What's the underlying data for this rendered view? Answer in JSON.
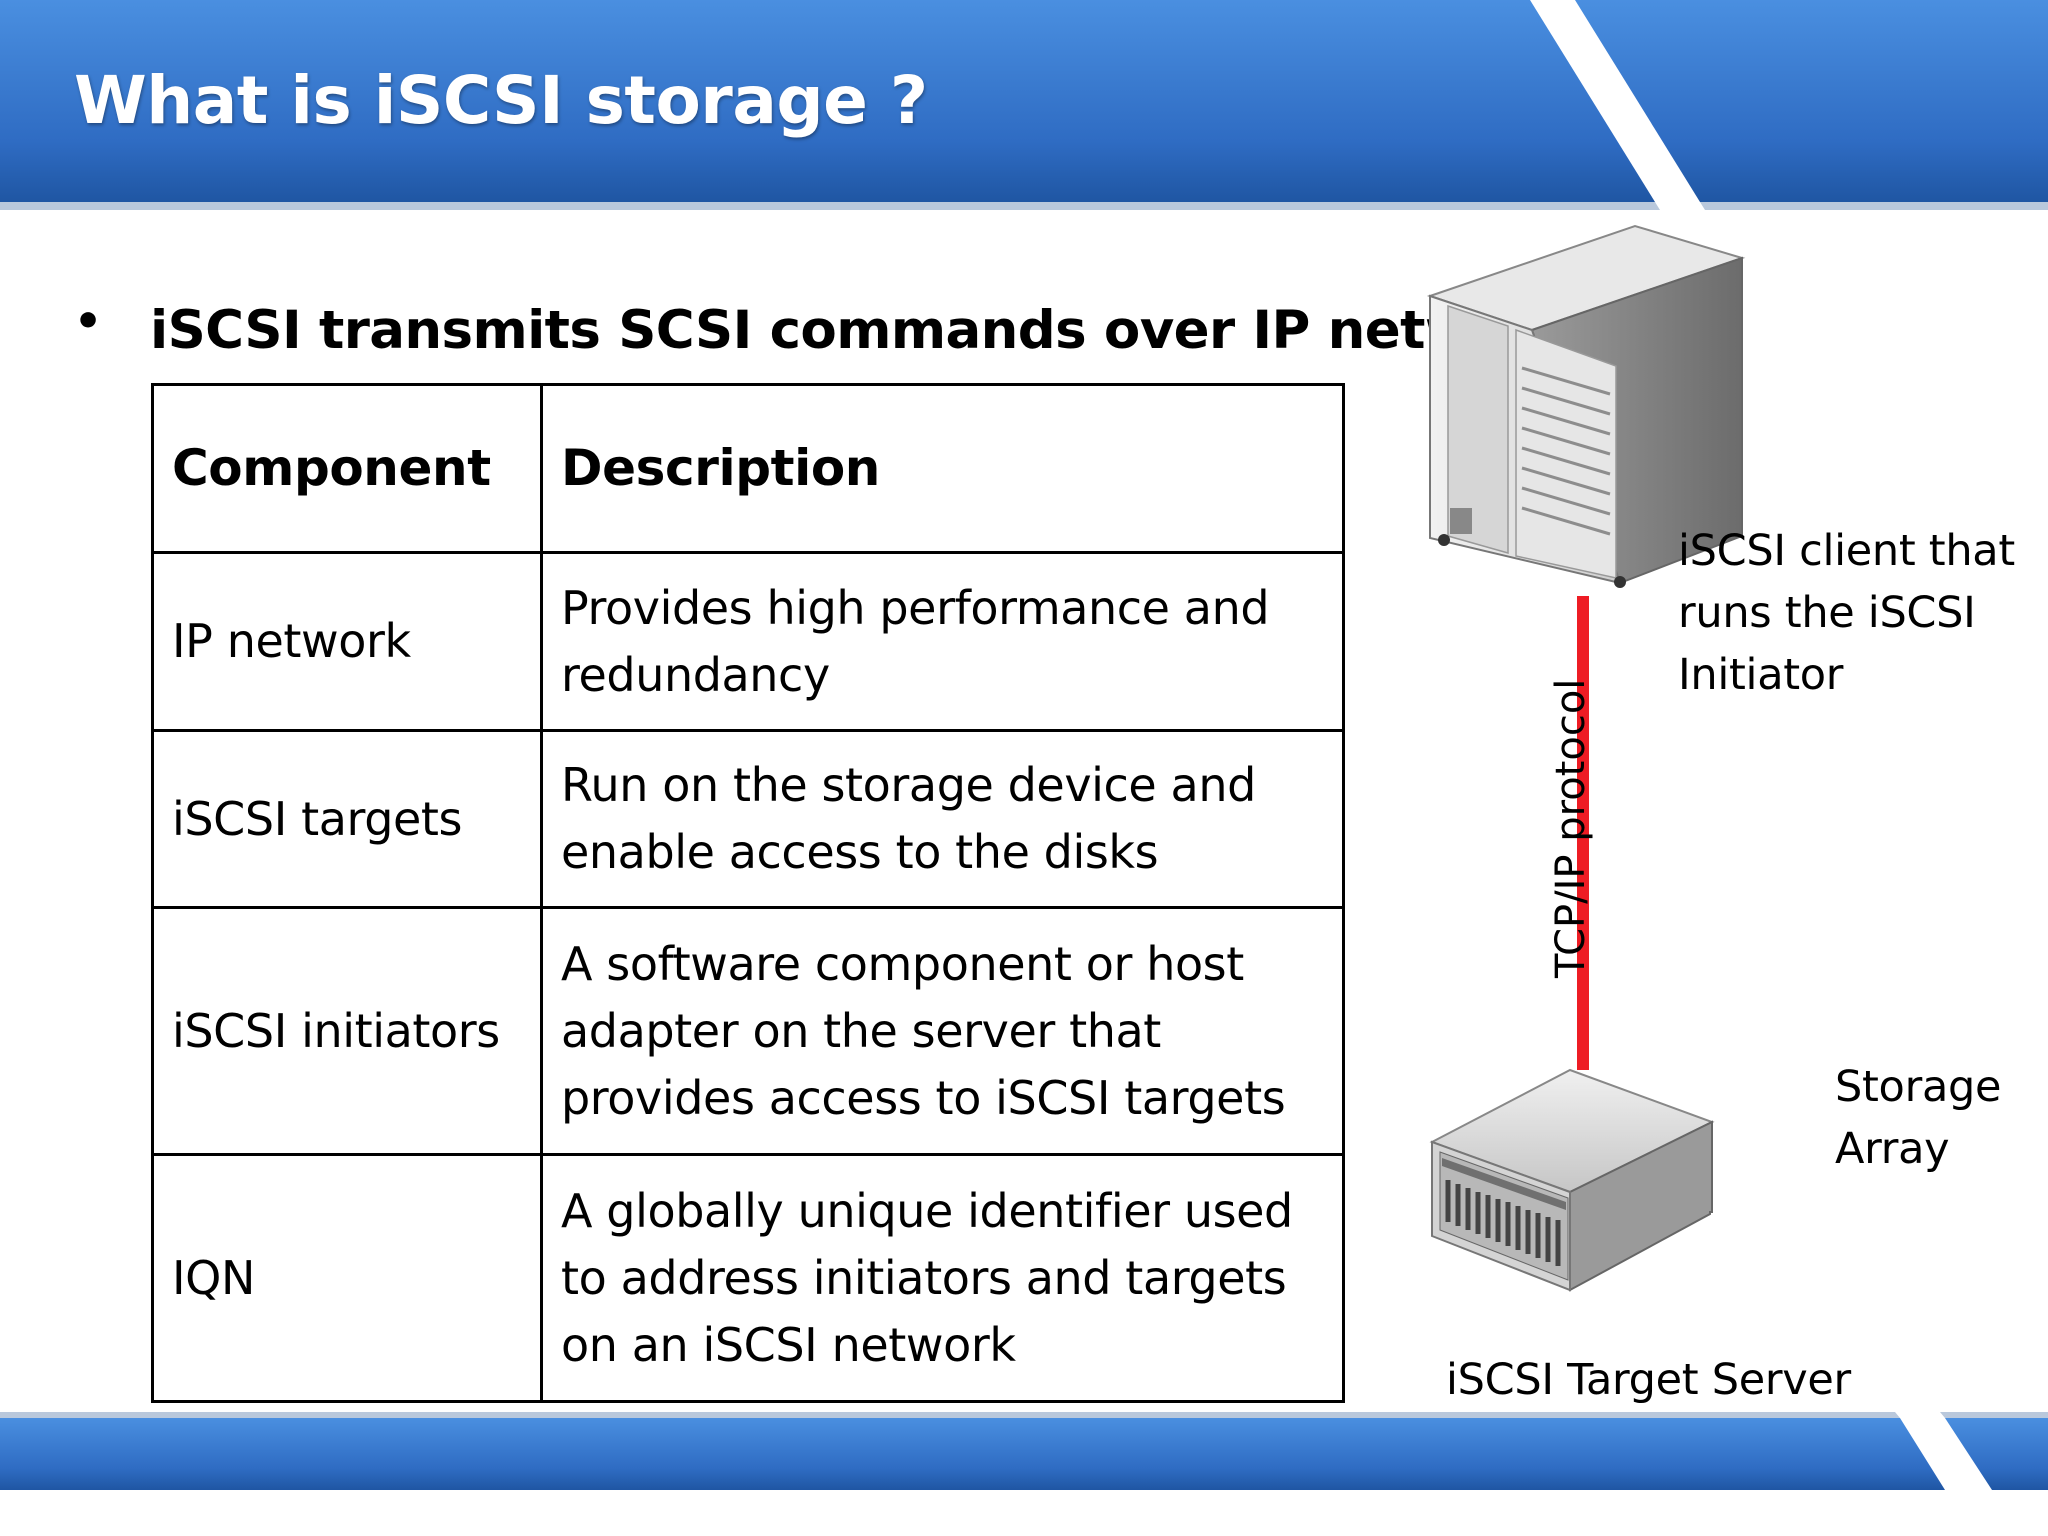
{
  "slide": {
    "title": "What is iSCSI storage ?",
    "bullet": "iSCSI transmits SCSI commands over IP networks"
  },
  "table": {
    "headers": [
      "Component",
      "Description"
    ],
    "rows": [
      {
        "component": "IP network",
        "description": "Provides high performance and redundancy"
      },
      {
        "component": "iSCSI targets",
        "description": "Run on the storage device and enable access to the disks"
      },
      {
        "component": "iSCSI initiators",
        "description": "A software component or host adapter on the server that provides access to iSCSI targets"
      },
      {
        "component": "IQN",
        "description": "A globally unique identifier used to address initiators and targets on an iSCSI network"
      }
    ]
  },
  "diagram": {
    "client_label": "iSCSI client that runs the iSCSI Initiator",
    "link_label": "TCP/IP protocol",
    "storage_label": "Storage Array",
    "target_label": "iSCSI Target Server",
    "link_color": "#ee1c24"
  },
  "theme": {
    "band_color": "#3a7bd5",
    "band_dark": "#1f5aa8"
  }
}
